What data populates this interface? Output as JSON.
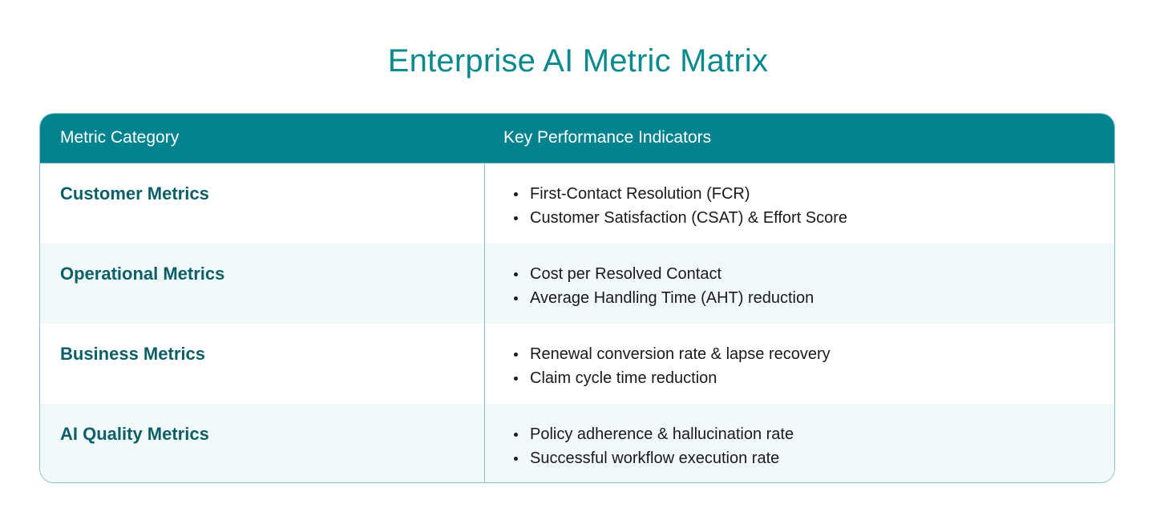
{
  "title": "Enterprise AI Metric Matrix",
  "table": {
    "headers": [
      "Metric Category",
      "Key Performance Indicators"
    ],
    "rows": [
      {
        "category": "Customer Metrics",
        "kpis": [
          "First-Contact Resolution (FCR)",
          "Customer Satisfaction (CSAT) & Effort Score"
        ]
      },
      {
        "category": "Operational Metrics",
        "kpis": [
          "Cost per Resolved Contact",
          "Average Handling Time (AHT) reduction"
        ]
      },
      {
        "category": "Business Metrics",
        "kpis": [
          "Renewal conversion rate & lapse recovery",
          "Claim cycle time reduction"
        ]
      },
      {
        "category": "AI Quality Metrics",
        "kpis": [
          "Policy adherence & hallucination rate",
          "Successful workflow execution rate"
        ]
      }
    ]
  },
  "colors": {
    "accent": "#0a8a8c",
    "header_bg": "#00838e",
    "category_text": "#0c5f66",
    "border": "#8ac3c6",
    "alt_row_bg": "#f1f9fb"
  }
}
